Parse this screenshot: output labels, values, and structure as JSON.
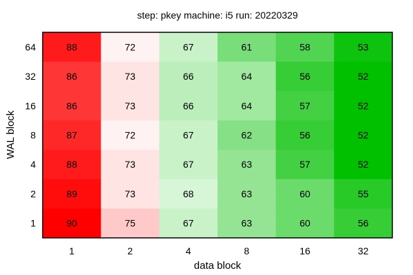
{
  "chart_data": {
    "type": "heatmap",
    "title": "step: pkey  machine: i5  run: 20220329",
    "xlabel": "data block",
    "ylabel": "WAL block",
    "x_categories": [
      "1",
      "2",
      "4",
      "8",
      "16",
      "32"
    ],
    "y_categories": [
      "64",
      "32",
      "16",
      "8",
      "4",
      "2",
      "1"
    ],
    "values": [
      [
        88,
        72,
        67,
        61,
        58,
        53
      ],
      [
        86,
        73,
        66,
        64,
        56,
        52
      ],
      [
        86,
        73,
        66,
        64,
        57,
        52
      ],
      [
        87,
        72,
        67,
        62,
        56,
        52
      ],
      [
        88,
        73,
        67,
        63,
        57,
        52
      ],
      [
        89,
        73,
        68,
        63,
        60,
        55
      ],
      [
        90,
        75,
        67,
        63,
        60,
        56
      ]
    ],
    "colors": {
      "high": "#ff0000",
      "mid": "#ffffff",
      "low": "#00c000"
    }
  }
}
